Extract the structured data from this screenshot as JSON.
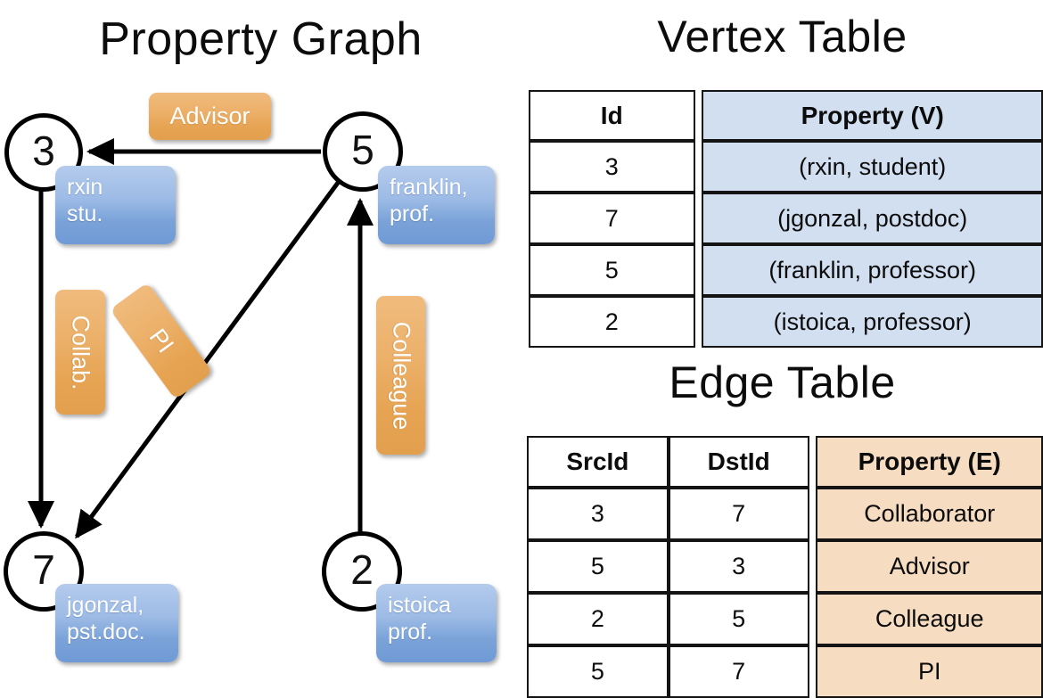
{
  "titles": {
    "property_graph": "Property Graph",
    "vertex_table": "Vertex Table",
    "edge_table": "Edge Table"
  },
  "colors": {
    "vertex_property_fill": "#d2dff1",
    "edge_property_fill": "#f6ddc2",
    "vertex_box_blue": "#7ba3d9",
    "edge_label_orange": "#e6a352",
    "stroke": "#000000"
  },
  "graph": {
    "nodes": [
      {
        "id": "3",
        "prop_line1": "rxin",
        "prop_line2": "stu."
      },
      {
        "id": "5",
        "prop_line1": "franklin,",
        "prop_line2": "prof."
      },
      {
        "id": "7",
        "prop_line1": "jgonzal,",
        "prop_line2": "pst.doc."
      },
      {
        "id": "2",
        "prop_line1": "istoica",
        "prop_line2": "prof."
      }
    ],
    "edge_labels": [
      {
        "label": "Advisor",
        "orientation": "horizontal"
      },
      {
        "label": "Collab.",
        "orientation": "vertical"
      },
      {
        "label": "PI",
        "orientation": "diagonal"
      },
      {
        "label": "Colleague",
        "orientation": "vertical"
      }
    ],
    "edges": [
      {
        "from": "5",
        "to": "3",
        "label": "Advisor"
      },
      {
        "from": "3",
        "to": "7",
        "label": "Collab."
      },
      {
        "from": "5",
        "to": "7",
        "label": "PI"
      },
      {
        "from": "2",
        "to": "5",
        "label": "Colleague"
      }
    ]
  },
  "vertex_table": {
    "headers": [
      "Id",
      "Property (V)"
    ],
    "rows": [
      {
        "id": "3",
        "property": "(rxin, student)"
      },
      {
        "id": "7",
        "property": "(jgonzal, postdoc)"
      },
      {
        "id": "5",
        "property": "(franklin, professor)"
      },
      {
        "id": "2",
        "property": "(istoica, professor)"
      }
    ]
  },
  "edge_table": {
    "headers": [
      "SrcId",
      "DstId",
      "Property (E)"
    ],
    "rows": [
      {
        "src": "3",
        "dst": "7",
        "property": "Collaborator"
      },
      {
        "src": "5",
        "dst": "3",
        "property": "Advisor"
      },
      {
        "src": "2",
        "dst": "5",
        "property": "Colleague"
      },
      {
        "src": "5",
        "dst": "7",
        "property": "PI"
      }
    ]
  }
}
